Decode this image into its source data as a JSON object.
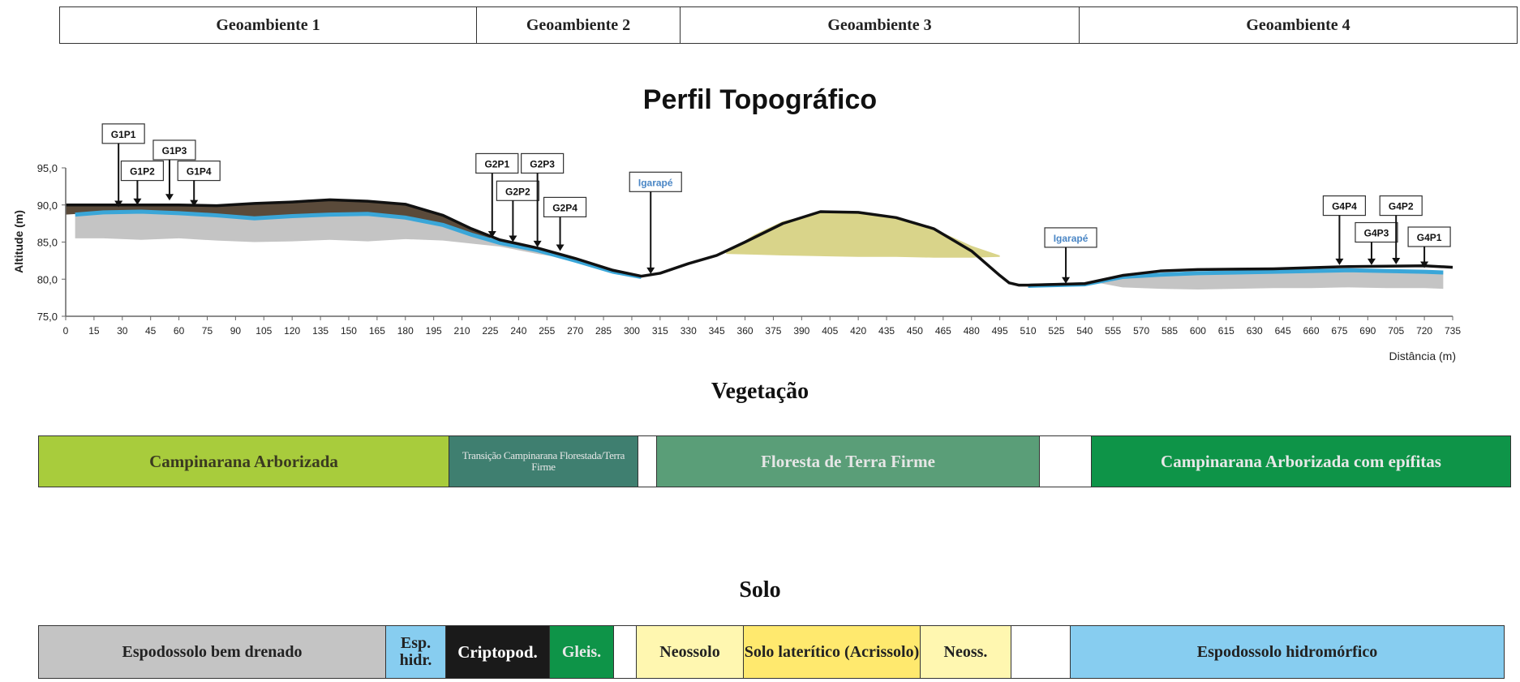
{
  "geoambientes": [
    {
      "label": "Geoambiente 1",
      "color": "#ffffff"
    },
    {
      "label": "Geoambiente 2",
      "color": "#ffffff"
    },
    {
      "label": "Geoambiente 3",
      "color": "#ffffff"
    },
    {
      "label": "Geoambiente 4",
      "color": "#ffffff"
    }
  ],
  "chart_data": {
    "type": "area",
    "title": "Perfil Topográfico",
    "xlabel": "Distância (m)",
    "ylabel": "Altitude (m)",
    "xlim": [
      0,
      735
    ],
    "ylim": [
      75,
      95
    ],
    "x_ticks": [
      0,
      15,
      30,
      45,
      60,
      75,
      90,
      105,
      120,
      135,
      150,
      165,
      180,
      195,
      210,
      225,
      240,
      255,
      270,
      285,
      300,
      315,
      330,
      345,
      360,
      375,
      390,
      405,
      420,
      435,
      450,
      465,
      480,
      495,
      510,
      525,
      540,
      555,
      570,
      585,
      600,
      615,
      630,
      645,
      660,
      675,
      690,
      705,
      720,
      735
    ],
    "y_ticks": [
      "75,0",
      "80,0",
      "85,0",
      "90,0",
      "95,0"
    ],
    "y_tick_values": [
      75,
      80,
      85,
      90,
      95
    ],
    "surface": {
      "x": [
        0,
        20,
        40,
        60,
        80,
        100,
        120,
        140,
        160,
        180,
        200,
        215,
        230,
        250,
        270,
        290,
        305,
        315,
        330,
        345,
        360,
        380,
        400,
        420,
        440,
        460,
        480,
        495,
        500,
        505,
        510,
        540,
        560,
        580,
        600,
        640,
        680,
        720,
        735
      ],
      "y": [
        90,
        90,
        90,
        90,
        89.9,
        90.2,
        90.4,
        90.7,
        90.5,
        90.1,
        88.6,
        86.8,
        85.3,
        84.2,
        82.8,
        81.2,
        80.4,
        80.8,
        82.1,
        83.2,
        85,
        87.5,
        89.1,
        89,
        88.3,
        86.8,
        83.8,
        80.5,
        79.5,
        79.2,
        79.2,
        79.4,
        80.5,
        81.1,
        81.3,
        81.4,
        81.7,
        81.8,
        81.6
      ]
    },
    "water_table": {
      "x": [
        5,
        20,
        40,
        60,
        80,
        100,
        120,
        140,
        160,
        180,
        200,
        215,
        230,
        250,
        270,
        290,
        305,
        510,
        540,
        560,
        580,
        600,
        640,
        680,
        720,
        730
      ],
      "y": [
        88.7,
        89,
        89.1,
        88.9,
        88.6,
        88.2,
        88.5,
        88.7,
        88.8,
        88.3,
        87.3,
        86.0,
        84.9,
        83.9,
        82.5,
        81.0,
        80.3,
        79.1,
        79.3,
        80.3,
        80.6,
        80.8,
        81.0,
        81.2,
        81.0,
        80.9
      ]
    },
    "lithic_layer": {
      "x": [
        5,
        20,
        40,
        60,
        80,
        100,
        120,
        140,
        160,
        180,
        200,
        215,
        230,
        250,
        270,
        290,
        300
      ],
      "y": [
        85.5,
        85.5,
        85.3,
        85.5,
        85.2,
        85.0,
        85.1,
        85.3,
        85.1,
        85.4,
        85.2,
        84.8,
        84.4,
        83.4,
        82.6,
        81.4,
        80.6
      ]
    },
    "gray_base_g4": {
      "x": [
        545,
        560,
        580,
        600,
        620,
        640,
        660,
        680,
        700,
        720,
        730
      ],
      "y": [
        79.6,
        78.9,
        78.7,
        78.6,
        78.7,
        78.8,
        78.8,
        78.9,
        78.8,
        78.8,
        78.7
      ]
    },
    "lateritic_body": {
      "x": [
        350,
        365,
        380,
        400,
        420,
        440,
        460,
        480,
        495
      ],
      "y": [
        83.6,
        86.0,
        87.8,
        89.0,
        89.0,
        88.3,
        86.8,
        84.5,
        83.2
      ],
      "base_y": [
        83.4,
        83.3,
        83.2,
        83.1,
        83.0,
        83.0,
        82.9,
        82.9,
        83.0
      ]
    },
    "points": [
      {
        "label": "G1P1",
        "x": 28,
        "label_alt": 99.5,
        "point_alt": 89.7,
        "color": "#111111"
      },
      {
        "label": "G1P2",
        "x": 38,
        "label_alt": 94.5,
        "point_alt": 90.0,
        "color": "#111111"
      },
      {
        "label": "G1P3",
        "x": 55,
        "label_alt": 97.3,
        "point_alt": 90.6,
        "color": "#111111"
      },
      {
        "label": "G1P4",
        "x": 68,
        "label_alt": 94.5,
        "point_alt": 89.8,
        "color": "#111111"
      },
      {
        "label": "G2P1",
        "x": 226,
        "label_alt": 95.5,
        "point_alt": 85.6,
        "color": "#111111"
      },
      {
        "label": "G2P2",
        "x": 237,
        "label_alt": 91.8,
        "point_alt": 85.0,
        "color": "#111111"
      },
      {
        "label": "G2P3",
        "x": 250,
        "label_alt": 95.5,
        "point_alt": 84.3,
        "color": "#111111"
      },
      {
        "label": "G2P4",
        "x": 262,
        "label_alt": 89.6,
        "point_alt": 83.8,
        "color": "#111111"
      },
      {
        "label": "Igarapé",
        "x": 310,
        "label_alt": 93.0,
        "point_alt": 80.7,
        "color": "#4a86c5"
      },
      {
        "label": "Igarapé",
        "x": 530,
        "label_alt": 85.5,
        "point_alt": 79.4,
        "color": "#4a86c5"
      },
      {
        "label": "G4P4",
        "x": 675,
        "label_alt": 89.8,
        "point_alt": 81.9,
        "color": "#111111"
      },
      {
        "label": "G4P3",
        "x": 692,
        "label_alt": 86.2,
        "point_alt": 81.9,
        "color": "#111111"
      },
      {
        "label": "G4P2",
        "x": 705,
        "label_alt": 89.8,
        "point_alt": 82.0,
        "color": "#111111"
      },
      {
        "label": "G4P1",
        "x": 720,
        "label_alt": 85.6,
        "point_alt": 81.5,
        "color": "#111111"
      }
    ],
    "colors": {
      "surface_line": "#111111",
      "horizon_brown": "#5a4a3a",
      "water": "#3aa6d8",
      "gray_soil": "#c4c4c4",
      "lateritic": "#d9d48a"
    }
  },
  "vegetacao": {
    "title": "Vegetação",
    "cells": [
      {
        "label": "Campinarana Arborizada",
        "bg": "#a8cc3c",
        "fg": "#3a3a20"
      },
      {
        "label": "Transição Campinarana Florestada/Terra Firme",
        "bg": "#3f7f70",
        "fg": "#e8e8e8"
      },
      {
        "label": "",
        "bg": "#ffffff",
        "fg": "#000000"
      },
      {
        "label": "Floresta de Terra Firme",
        "bg": "#5a9e78",
        "fg": "#e6e6e6"
      },
      {
        "label": "",
        "bg": "#ffffff",
        "fg": "#000000"
      },
      {
        "label": "Campinarana Arborizada com epífitas",
        "bg": "#0e9448",
        "fg": "#e8e8e8"
      }
    ]
  },
  "solo": {
    "title": "Solo",
    "cells": [
      {
        "label": "Espodossolo bem drenado",
        "bg": "#c4c4c4",
        "fg": "#222222"
      },
      {
        "label": "Esp. hidr.",
        "bg": "#87cdf0",
        "fg": "#222222"
      },
      {
        "label": "Criptopod.",
        "bg": "#1a1a1a",
        "fg": "#ffffff"
      },
      {
        "label": "Gleis.",
        "bg": "#0e9448",
        "fg": "#e8e8e8"
      },
      {
        "label": "",
        "bg": "#ffffff",
        "fg": "#000000"
      },
      {
        "label": "Neossolo",
        "bg": "#fff7b0",
        "fg": "#222222"
      },
      {
        "label": "Solo laterítico (Acrissolo)",
        "bg": "#ffe96e",
        "fg": "#222222"
      },
      {
        "label": "Neoss.",
        "bg": "#fff7b0",
        "fg": "#222222"
      },
      {
        "label": "",
        "bg": "#ffffff",
        "fg": "#000000"
      },
      {
        "label": "Espodossolo hidromórfico",
        "bg": "#87cdf0",
        "fg": "#222222"
      }
    ]
  }
}
